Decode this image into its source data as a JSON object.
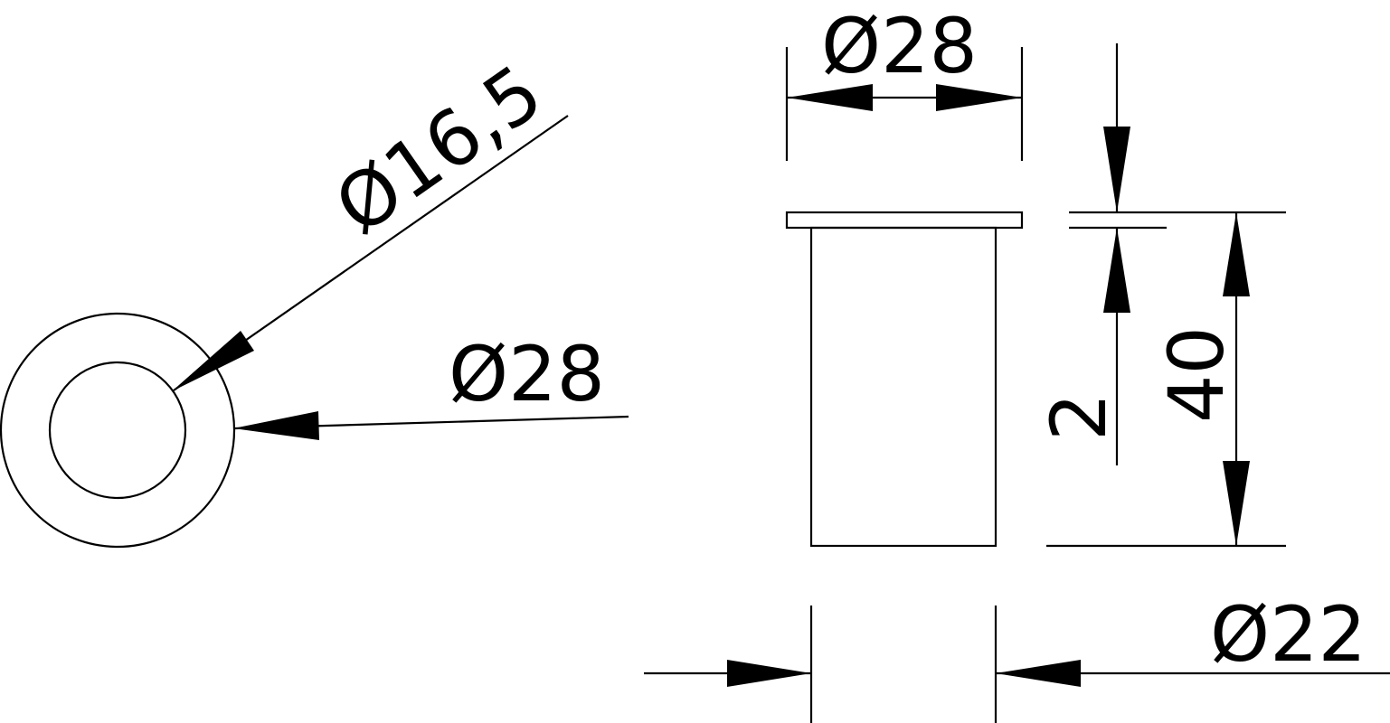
{
  "drawing": {
    "front_view": {
      "inner_diameter_label": "Ø16,5",
      "outer_diameter_label": "Ø28"
    },
    "side_view": {
      "flange_diameter_label": "Ø28",
      "flange_thickness_label": "2",
      "height_label": "40",
      "body_diameter_label": "Ø22"
    },
    "colors": {
      "line": "#000000",
      "background": "#ffffff"
    }
  }
}
